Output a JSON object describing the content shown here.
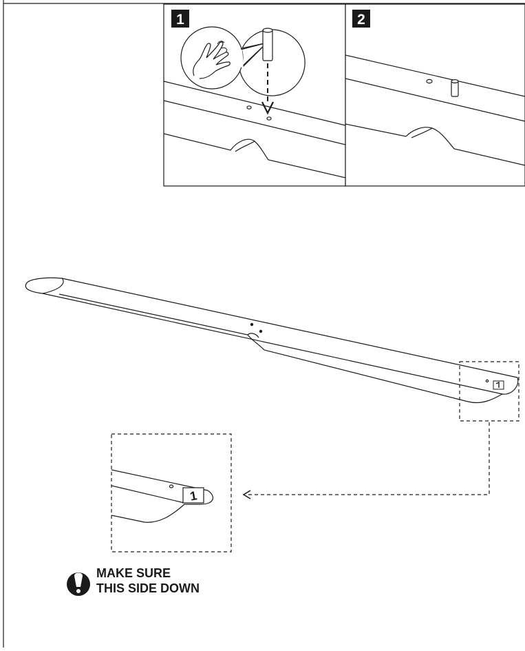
{
  "steps": [
    {
      "number": "1"
    },
    {
      "number": "2"
    }
  ],
  "part_label": "1",
  "warning": {
    "line1": "MAKE SURE",
    "line2": "THIS SIDE DOWN",
    "icon": "exclamation-icon"
  },
  "icons": {
    "hand": "hand-pinch-icon",
    "dowel": "dowel-icon",
    "arrow": "dashed-arrow-icon"
  }
}
